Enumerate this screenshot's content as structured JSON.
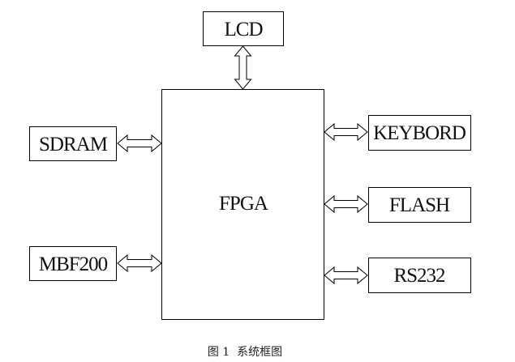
{
  "blocks": {
    "fpga": "FPGA",
    "lcd": "LCD",
    "sdram": "SDRAM",
    "mbf200": "MBF200",
    "keybord": "KEYBORD",
    "flash": "FLASH",
    "rs232": "RS232"
  },
  "caption": "图 1  系统框图"
}
